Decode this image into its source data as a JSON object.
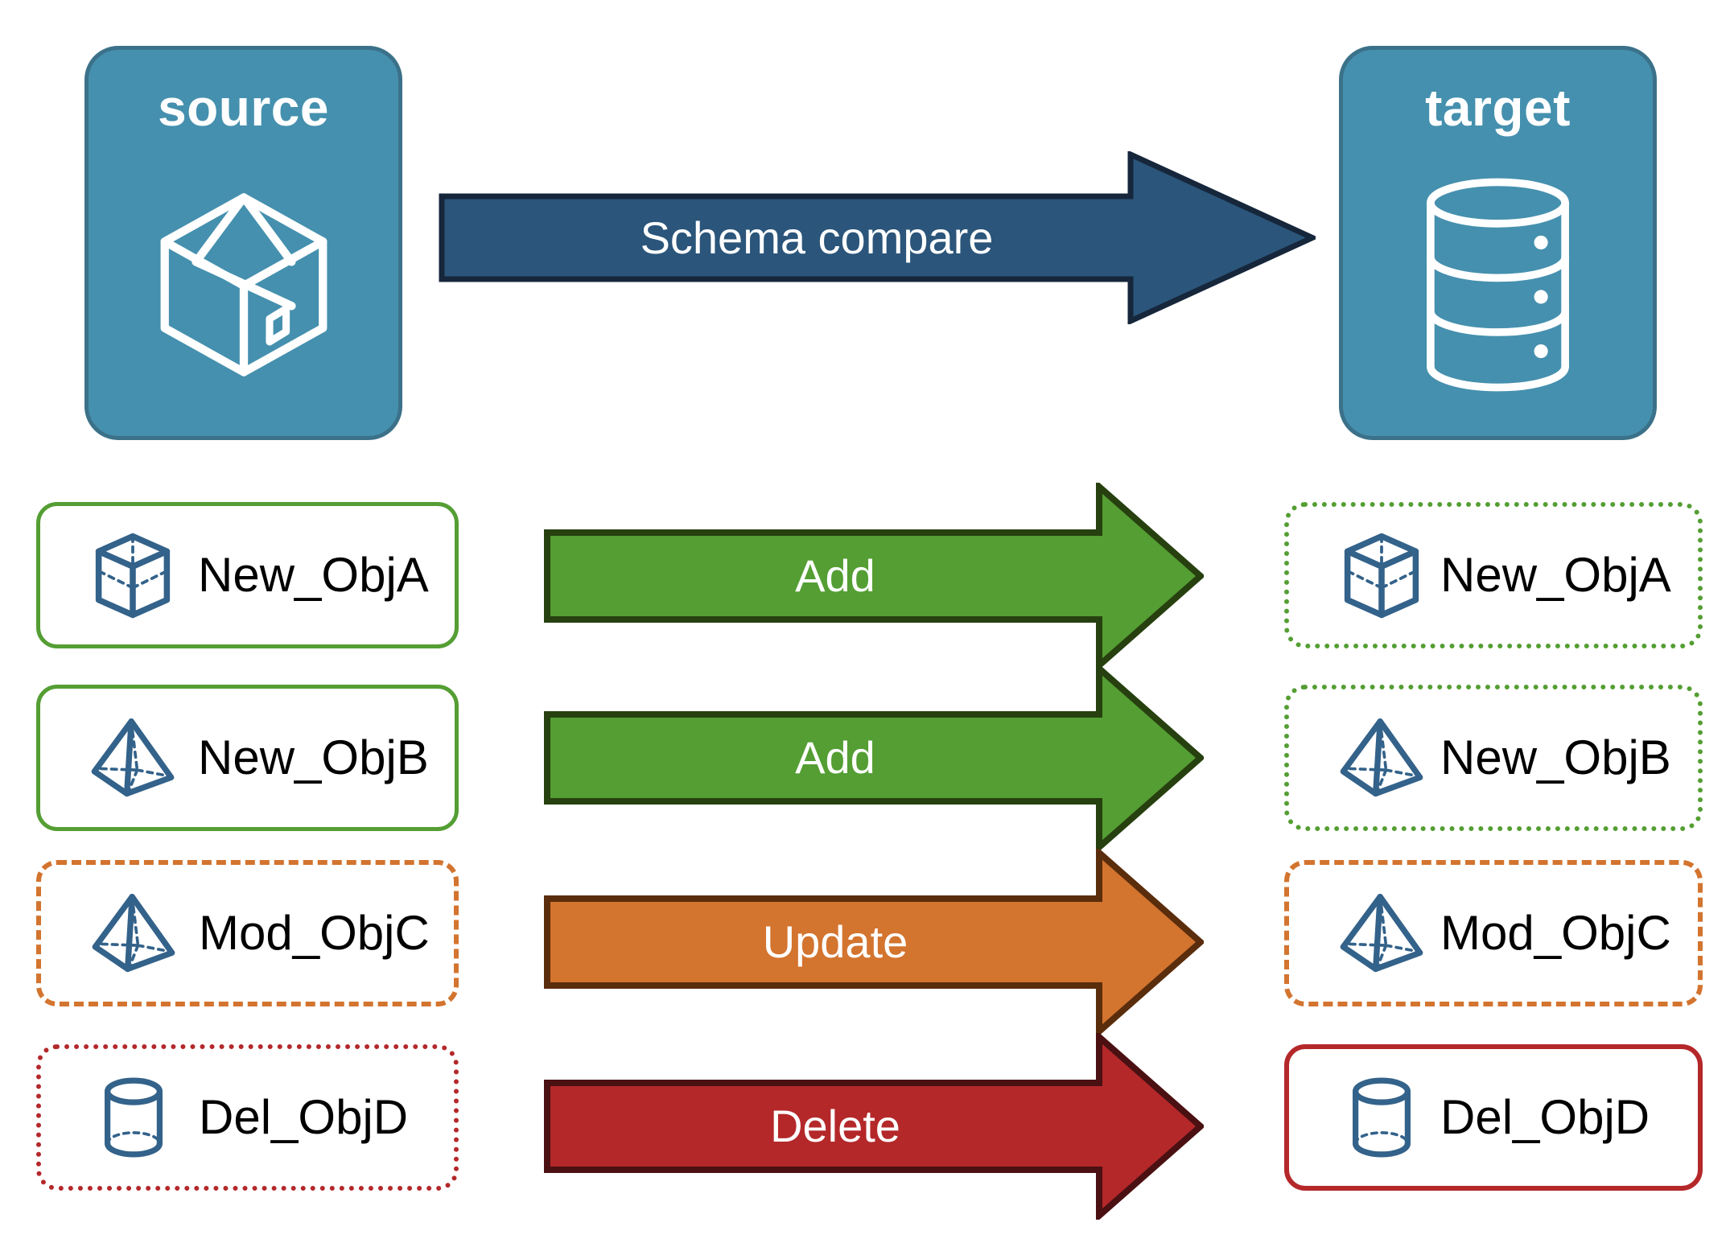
{
  "diagram": {
    "title": "Schema compare source to target",
    "endpoints": [
      {
        "id": "source",
        "label": "source",
        "icon": "box-3d-icon",
        "fill": "#4590AE",
        "stroke": "#3B7189"
      },
      {
        "id": "target",
        "label": "target",
        "icon": "database-cylinder-icon",
        "fill": "#4590AE",
        "stroke": "#3B7189"
      }
    ],
    "main_arrow": {
      "label": "Schema compare",
      "fill": "#2B557A",
      "stroke": "#16263B",
      "direction": "right"
    },
    "rows": [
      {
        "action": "Add",
        "action_fill": "#549E33",
        "action_stroke": "#27400F",
        "source": {
          "name": "New_ObjA",
          "icon": "cube-wireframe-icon",
          "border_style": "solid",
          "border_color": "#549E33"
        },
        "target": {
          "name": "New_ObjA",
          "icon": "cube-wireframe-icon",
          "border_style": "dotted",
          "border_color": "#549E33"
        }
      },
      {
        "action": "Add",
        "action_fill": "#549E33",
        "action_stroke": "#27400F",
        "source": {
          "name": "New_ObjB",
          "icon": "pyramid-wireframe-icon",
          "border_style": "solid",
          "border_color": "#549E33"
        },
        "target": {
          "name": "New_ObjB",
          "icon": "pyramid-wireframe-icon",
          "border_style": "dotted",
          "border_color": "#549E33"
        }
      },
      {
        "action": "Update",
        "action_fill": "#D3742F",
        "action_stroke": "#5A2D0C",
        "source": {
          "name": "Mod_ObjC",
          "icon": "pyramid-wireframe-icon",
          "border_style": "dashed",
          "border_color": "#D3742F"
        },
        "target": {
          "name": "Mod_ObjC",
          "icon": "pyramid-wireframe-icon",
          "border_style": "dashed",
          "border_color": "#D3742F"
        }
      },
      {
        "action": "Delete",
        "action_fill": "#B4282A",
        "action_stroke": "#4A1012",
        "source": {
          "name": "Del_ObjD",
          "icon": "cylinder-wireframe-icon",
          "border_style": "dotted",
          "border_color": "#B4282A"
        },
        "target": {
          "name": "Del_ObjD",
          "icon": "cylinder-wireframe-icon",
          "border_style": "solid",
          "border_color": "#B4282A"
        }
      }
    ],
    "colors": {
      "endpoint_teal": "#4590AE",
      "endpoint_stroke": "#3B7189",
      "add_green": "#549E33",
      "update_orange": "#D3742F",
      "delete_red": "#B4282A",
      "compare_blue": "#2B557A",
      "object_icon_blue": "#33628A",
      "background": "#FFFFFF"
    }
  }
}
